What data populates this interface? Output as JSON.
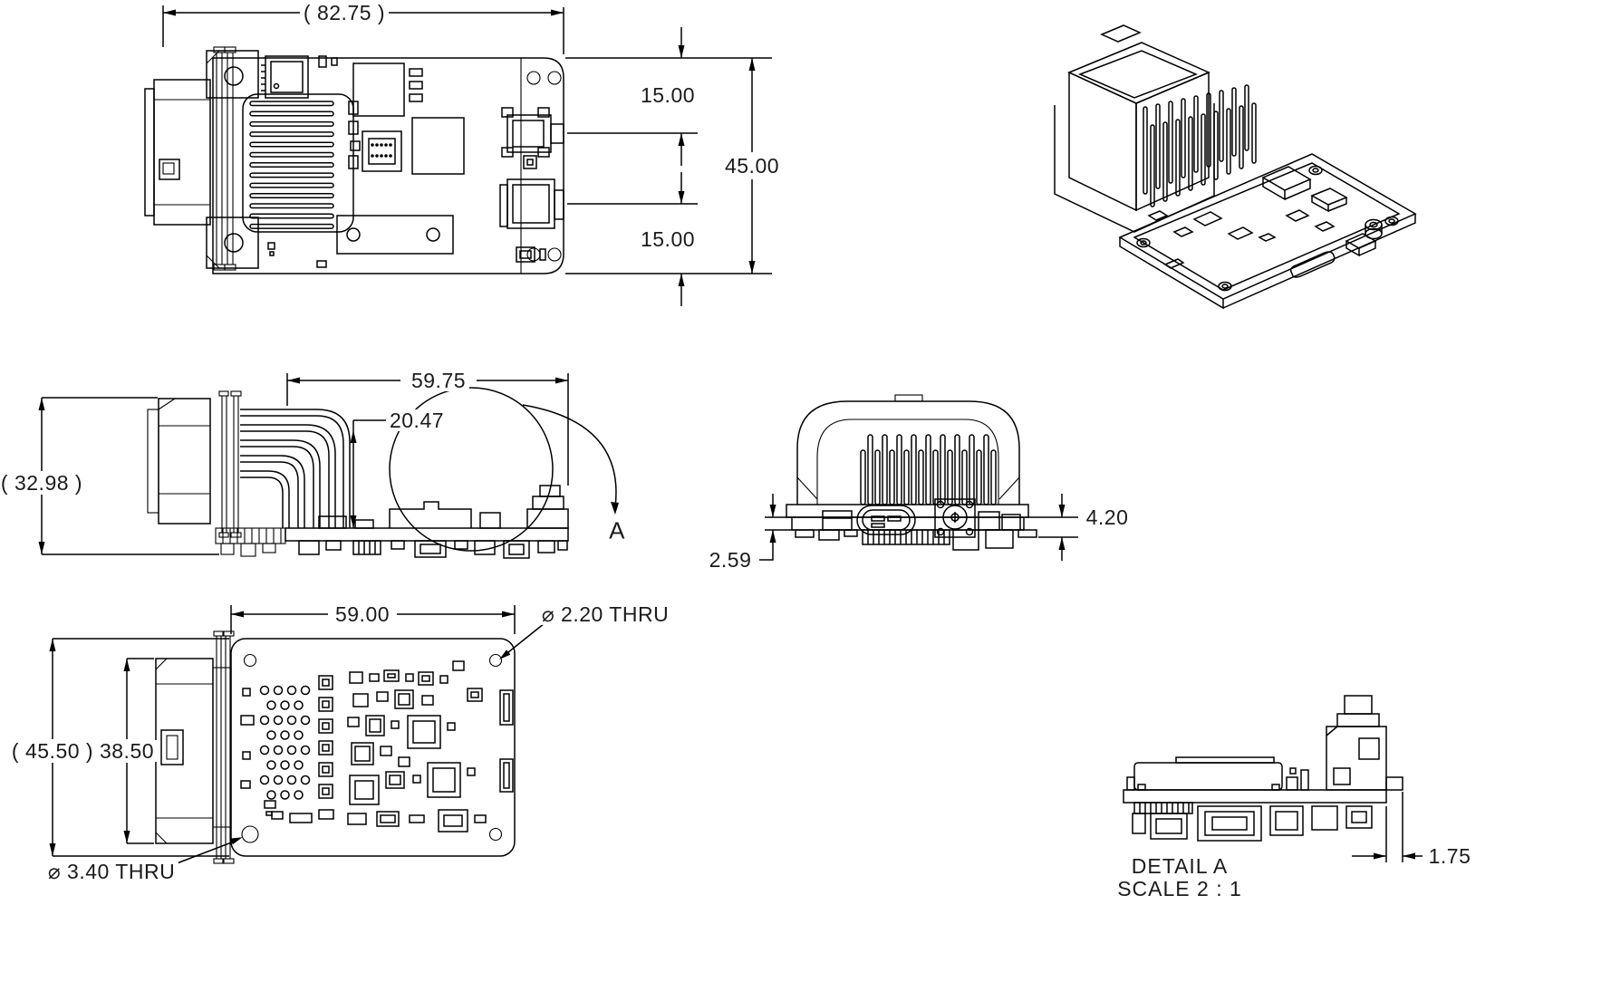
{
  "page": {
    "background": "#ffffff",
    "line_color": "#000000",
    "text_color": "#1b1b1b"
  },
  "views": {
    "top": {
      "dim_overall_width": "( 82.75 )",
      "dim_usb_offset_top": "15.00",
      "dim_overall_height": "45.00",
      "dim_usb_offset_bottom": "15.00"
    },
    "side": {
      "dim_overall_height": "( 32.98 )",
      "dim_board_length": "59.75",
      "dim_heatsink_height": "20.47",
      "detail_callout": "A"
    },
    "front": {
      "dim_board_thickness": "2.59",
      "dim_underside_clearance": "4.20"
    },
    "bottom": {
      "dim_hole_spacing": "59.00",
      "dim_hole_small": "⌀ 2.20 THRU",
      "dim_overall_height": "( 45.50 )",
      "dim_connector_height": "38.50",
      "dim_hole_large": "⌀ 3.40 THRU"
    },
    "detail": {
      "label": "DETAIL A",
      "scale": "SCALE 2 : 1",
      "dim_overhang": "1.75"
    }
  }
}
